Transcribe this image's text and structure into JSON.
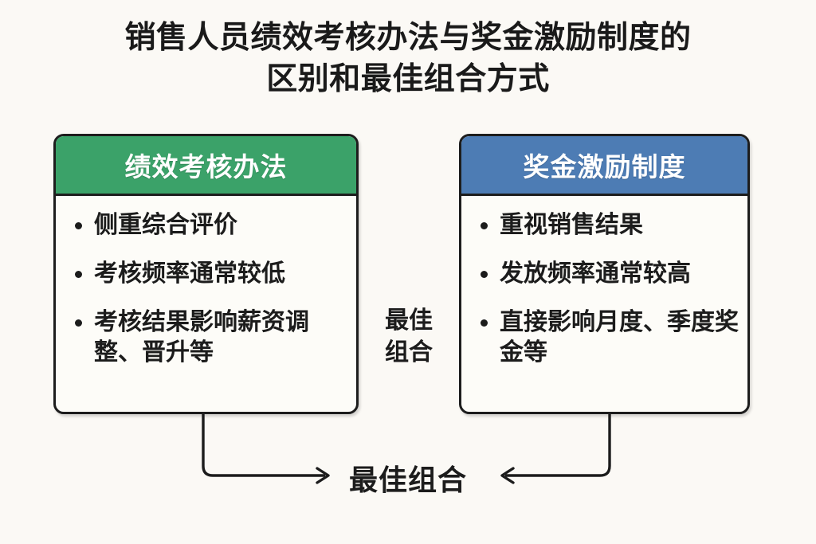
{
  "title": {
    "line1": "销售人员绩效考核办法与奖金激励制度的",
    "line2": "区别和最佳组合方式"
  },
  "colors": {
    "background": "#fbf9f5",
    "card_fill": "#fdfcf8",
    "border": "#1d1d1d",
    "text": "#1c1c1c",
    "left_header": "#3ba269",
    "right_header": "#4d7cb4",
    "header_text": "#ffffff"
  },
  "cards": [
    {
      "id": "performance-appraisal",
      "header": "绩效考核办法",
      "header_color": "#3ba269",
      "bullets": [
        "侧重综合评价",
        "考核频率通常较低",
        "考核结果影响薪资调整、晋升等"
      ]
    },
    {
      "id": "bonus-incentive",
      "header": "奖金激励制度",
      "header_color": "#4d7cb4",
      "bullets": [
        "重视销售结果",
        "发放频率通常较高",
        "直接影响月度、季度奖金等"
      ]
    }
  ],
  "center_label": {
    "line1": "最佳",
    "line2": "组合"
  },
  "bottom_label": "最佳组合",
  "connectors": {
    "left_arrow": "arrow-right",
    "right_arrow": "arrow-left"
  }
}
